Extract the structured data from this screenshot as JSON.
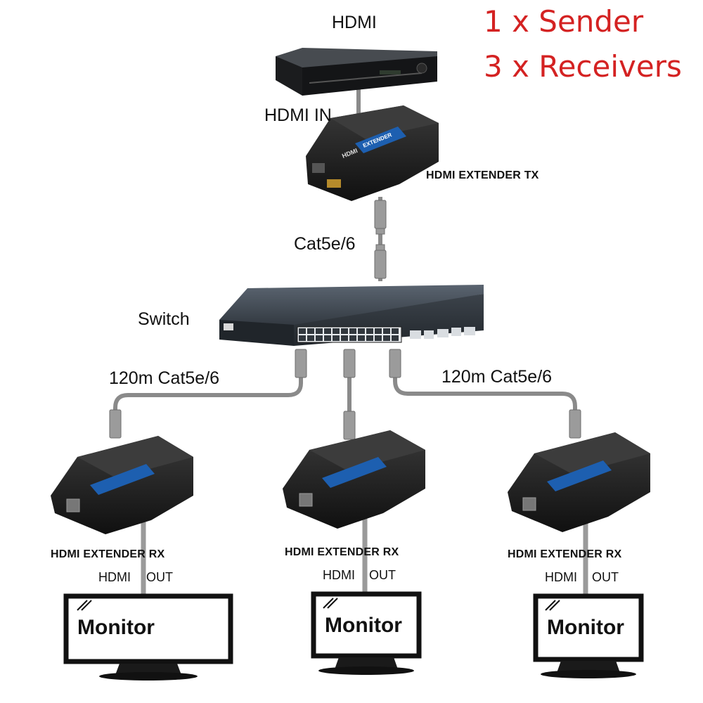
{
  "labels": {
    "top_hdmi": "HDMI",
    "hdmi_in": "HDMI IN",
    "extender_tx": "HDMI EXTENDER TX",
    "cat_top": "Cat5e/6",
    "switch": "Switch",
    "cat_left": "120m Cat5e/6",
    "cat_right": "120m Cat5e/6",
    "sender": "1 x Sender",
    "receivers": "3 x Receivers"
  },
  "receivers": [
    {
      "title": "HDMI EXTENDER RX",
      "hdmi": "HDMI",
      "out": "OUT",
      "monitor": "Monitor"
    },
    {
      "title": "HDMI EXTENDER RX",
      "hdmi": "HDMI",
      "out": "OUT",
      "monitor": "Monitor"
    },
    {
      "title": "HDMI EXTENDER RX",
      "hdmi": "HDMI",
      "out": "OUT",
      "monitor": "Monitor"
    }
  ],
  "device_prints": {
    "unit_logo": "HDMI",
    "unit_band": "EXTENDER"
  },
  "colors": {
    "accent_red": "#d42222",
    "cable": "#8a8a8a",
    "device_dark": "#1b1b1b",
    "extender_band": "#1d5fb0"
  }
}
